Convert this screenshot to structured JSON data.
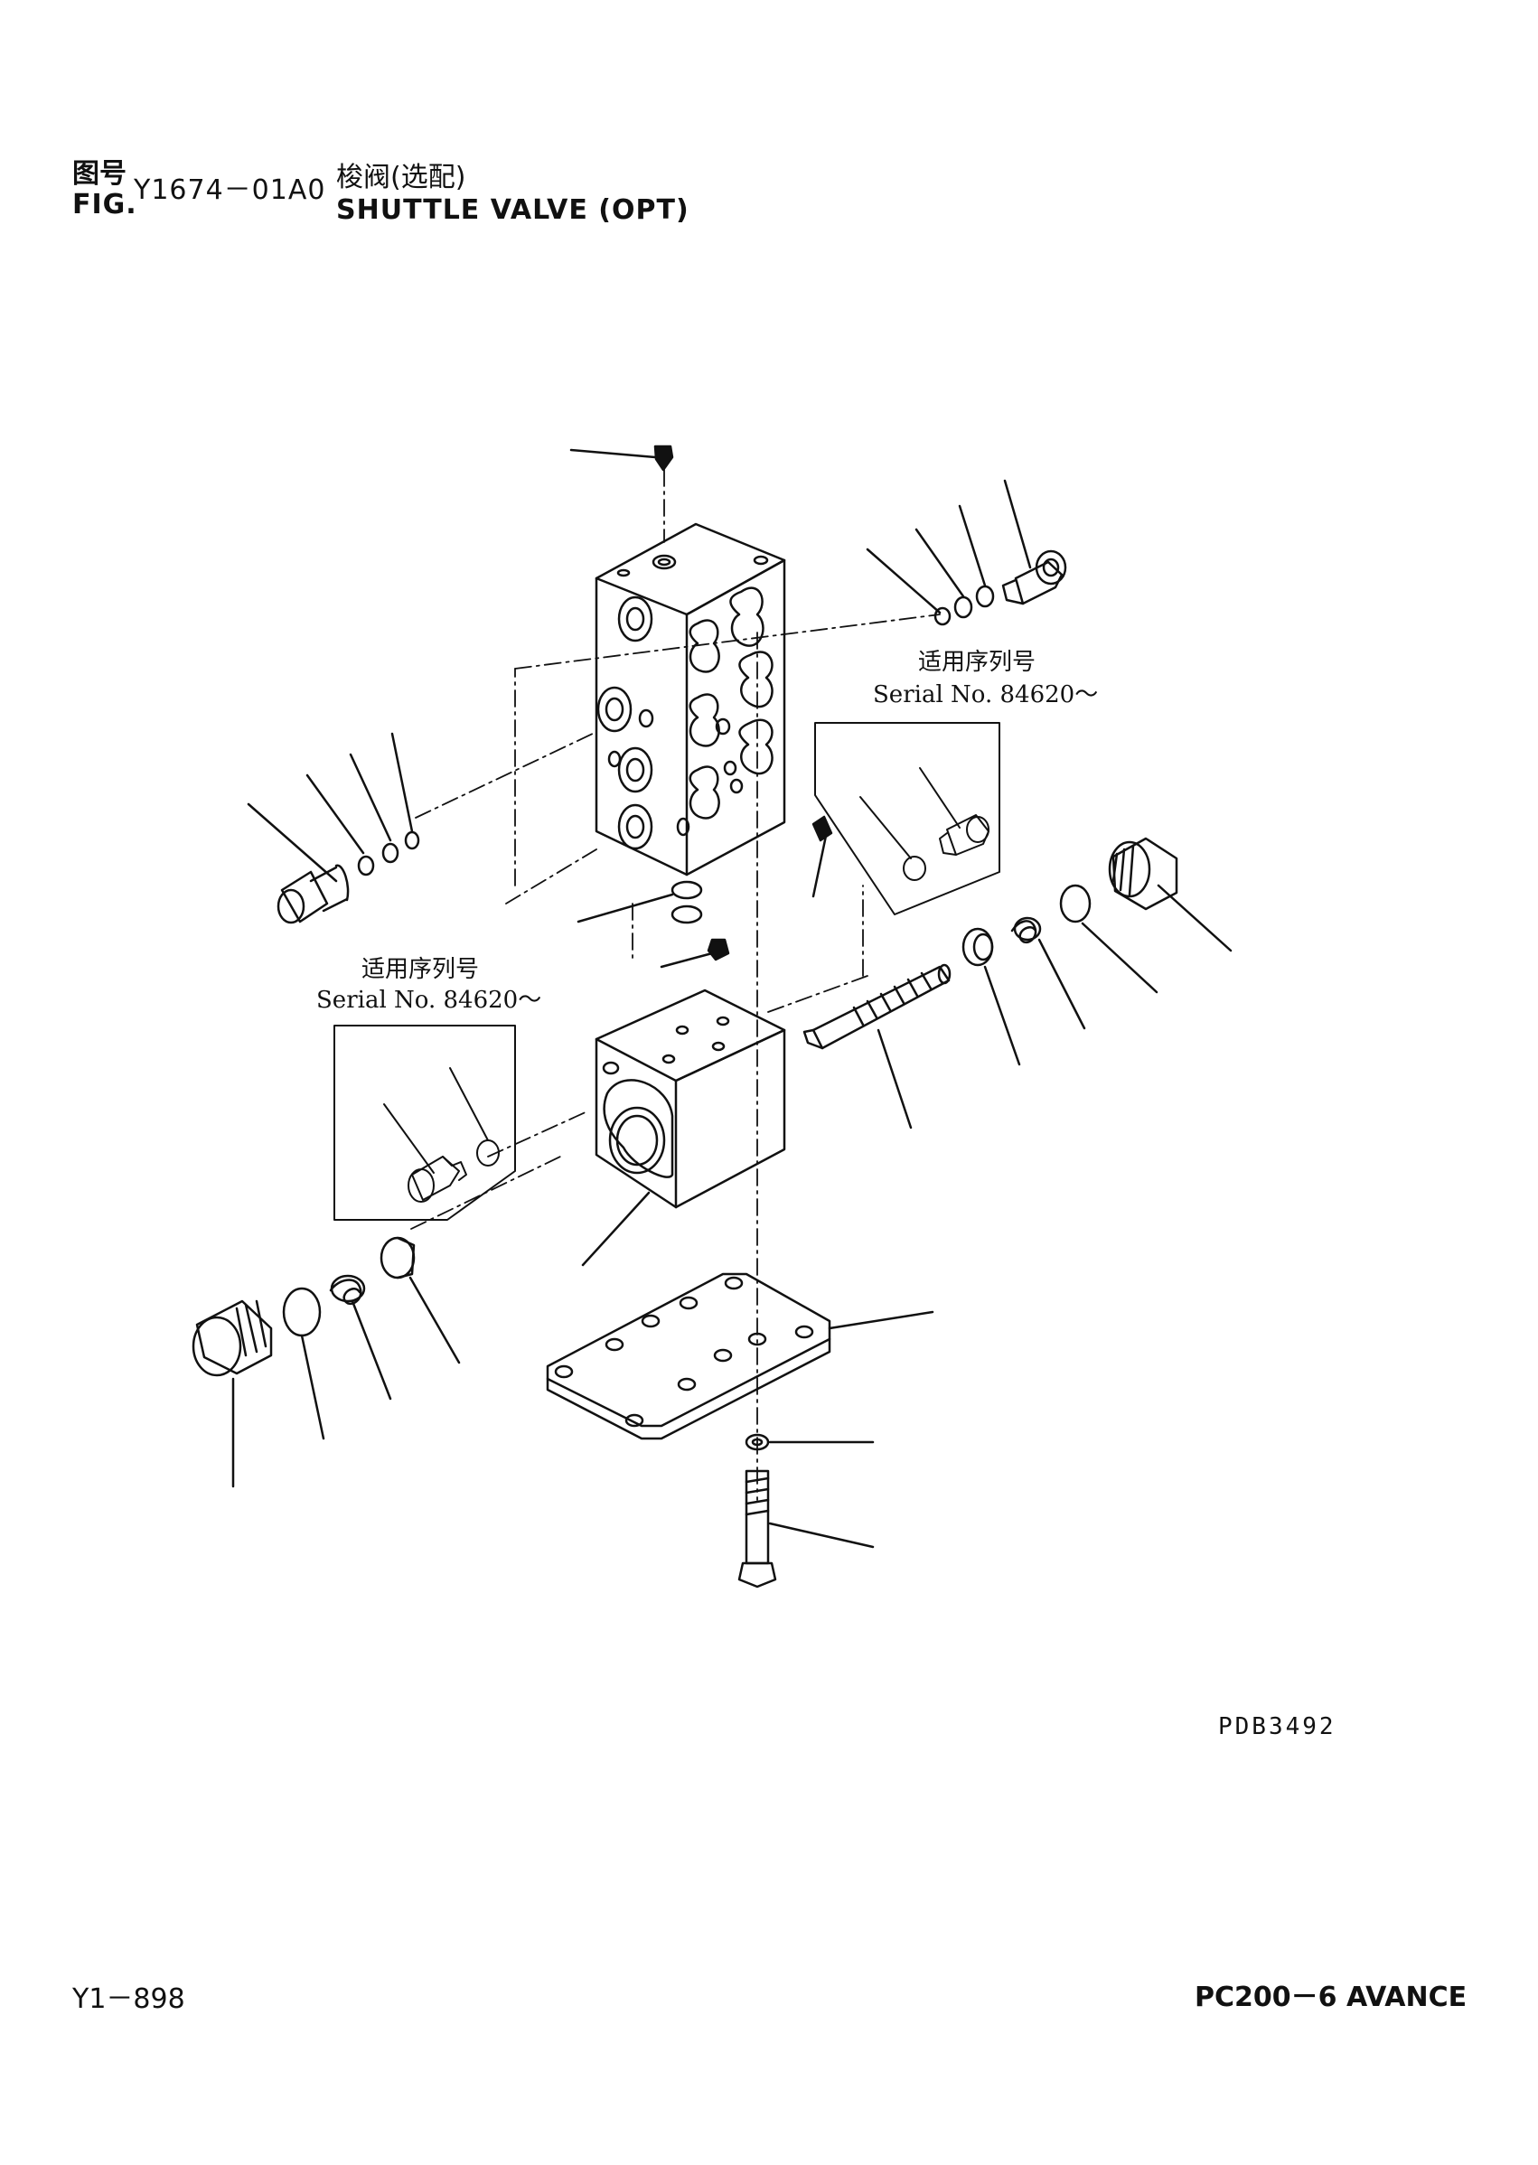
{
  "header": {
    "fig_label_cn": "图号",
    "fig_label_en": "FIG.",
    "fig_number": "Y1674－01A0",
    "title_cn": "梭阀(选配)",
    "title_en": "SHUTTLE VALVE (OPT)"
  },
  "callouts": {
    "upper": {
      "label_cn": "适用序列号",
      "label_en": "Serial No. 84620～"
    },
    "lower": {
      "label_cn": "适用序列号",
      "label_en": "Serial No. 84620～"
    }
  },
  "drawing_code": "PDB3492",
  "footer": {
    "page_number": "Y1－898",
    "model": "PC200－6 AVANCE"
  }
}
